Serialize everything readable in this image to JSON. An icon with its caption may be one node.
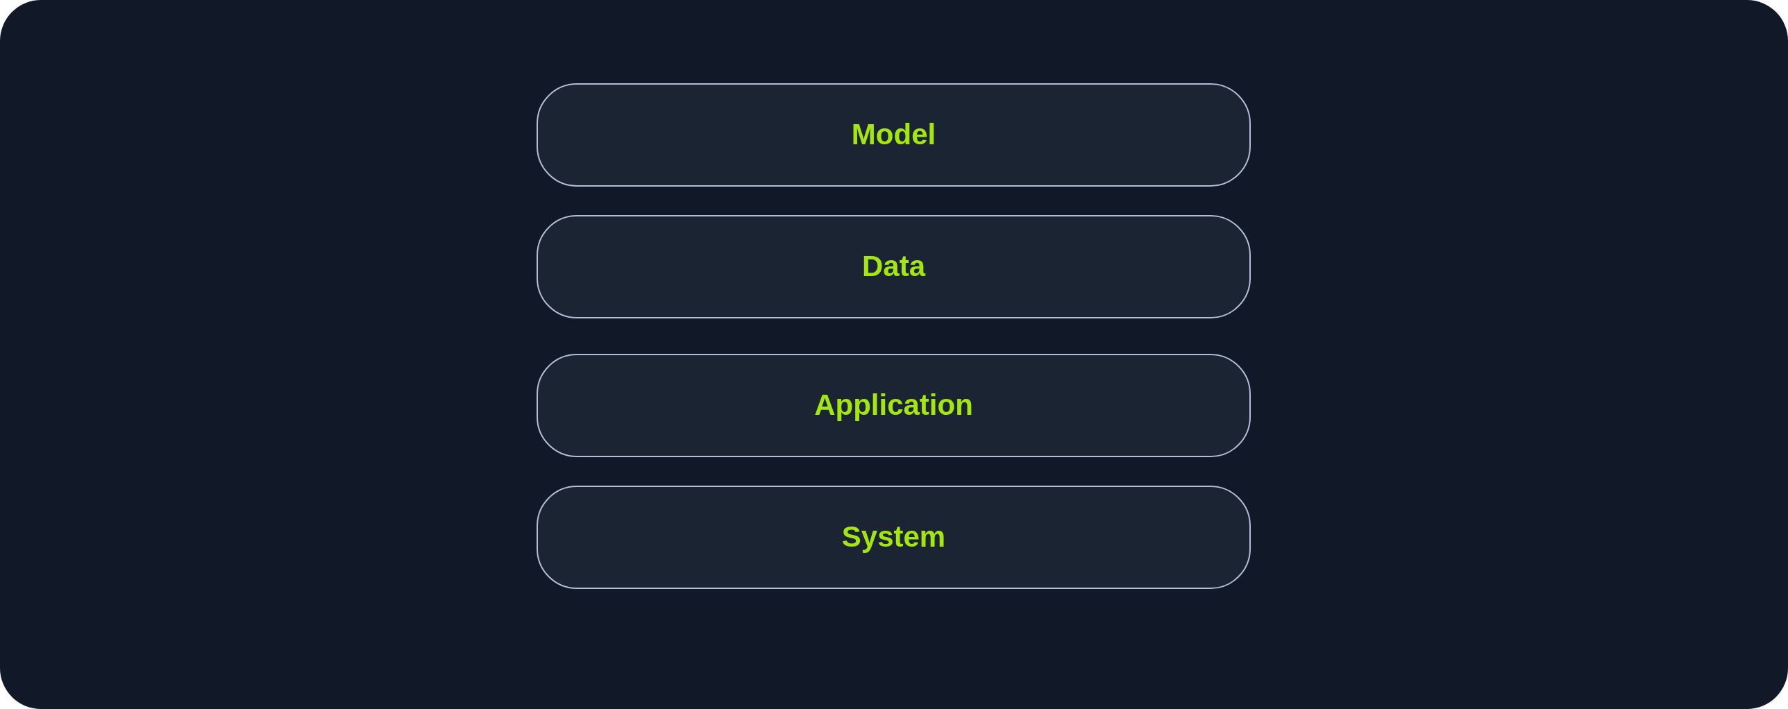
{
  "diagram": {
    "nodes": [
      {
        "text": [
          "Model"
        ]
      },
      {
        "text": [
          "Data"
        ]
      },
      {
        "text": [
          "Application"
        ]
      },
      {
        "text": [
          "System"
        ]
      }
    ]
  }
}
